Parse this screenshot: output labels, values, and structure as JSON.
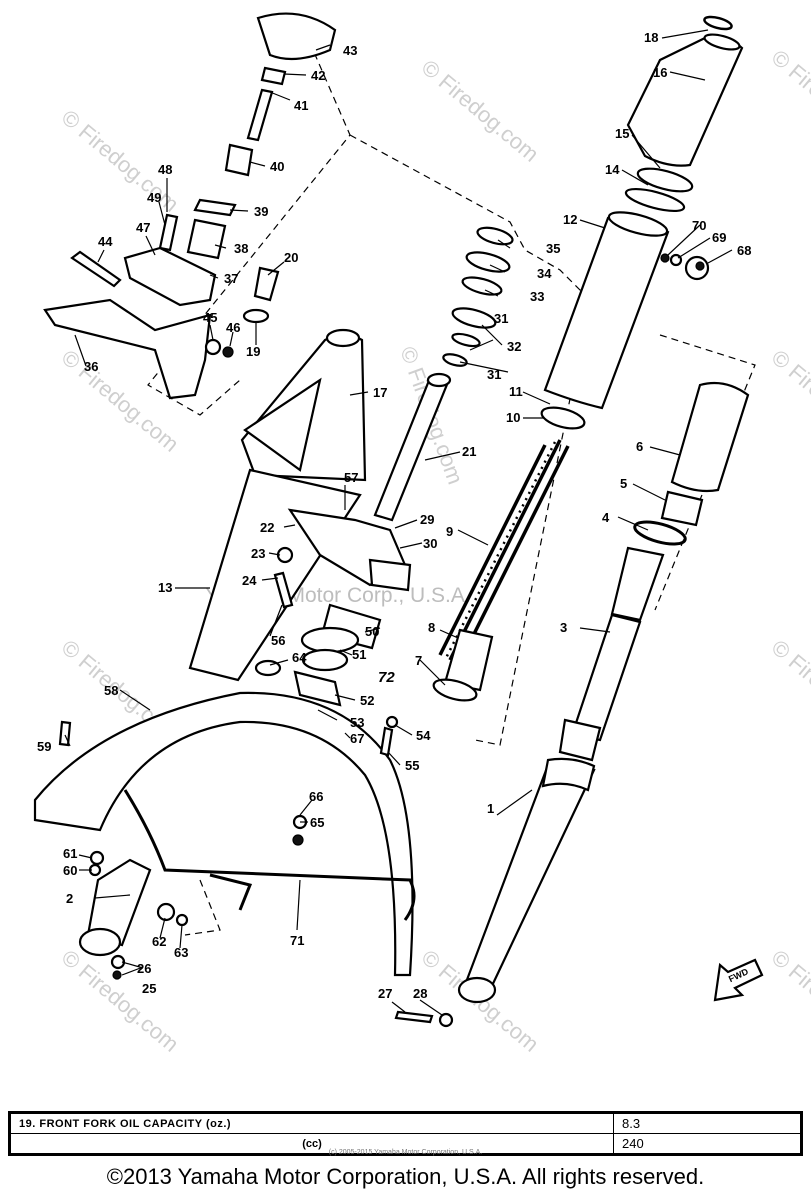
{
  "watermark": {
    "site": "Firedog.com",
    "center": "Yamaha Motor Corp., U.S.A.",
    "symbol": "©"
  },
  "labels": {
    "p1": "1",
    "p2": "2",
    "p3": "3",
    "p4": "4",
    "p5": "5",
    "p6": "6",
    "p7": "7",
    "p8": "8",
    "p9": "9",
    "p10": "10",
    "p11": "11",
    "p12": "12",
    "p13": "13",
    "p14": "14",
    "p15": "15",
    "p16": "16",
    "p17": "17",
    "p18": "18",
    "p19": "19",
    "p20": "20",
    "p21": "21",
    "p22": "22",
    "p23": "23",
    "p24": "24",
    "p25": "25",
    "p26": "26",
    "p27": "27",
    "p28": "28",
    "p29": "29",
    "p30": "30",
    "p31a": "31",
    "p31b": "31",
    "p32": "32",
    "p33": "33",
    "p34": "34",
    "p35": "35",
    "p36": "36",
    "p37": "37",
    "p38": "38",
    "p39": "39",
    "p40": "40",
    "p41": "41",
    "p42": "42",
    "p43": "43",
    "p44": "44",
    "p45": "45",
    "p46": "46",
    "p47": "47",
    "p48": "48",
    "p49": "49",
    "p50": "50",
    "p51": "51",
    "p52": "52",
    "p53": "53",
    "p54": "54",
    "p55": "55",
    "p56": "56",
    "p57": "57",
    "p58": "58",
    "p59": "59",
    "p60": "60",
    "p61": "61",
    "p62": "62",
    "p63": "63",
    "p64": "64",
    "p65": "65",
    "p66": "66",
    "p67": "67",
    "p68": "68",
    "p69": "69",
    "p70": "70",
    "p71": "71",
    "p72": "72",
    "fwd": "FWD"
  },
  "table": {
    "item": "19.   FRONT FORK OIL CAPACITY (oz.)",
    "unit": "(cc)",
    "value_oz": "8.3",
    "value_cc": "240"
  },
  "fine_print": "(c) 2005-2015 Yamaha Motor Corporation, U.S.A.",
  "copyright": "©2013 Yamaha Motor Corporation, U.S.A. All rights reserved."
}
